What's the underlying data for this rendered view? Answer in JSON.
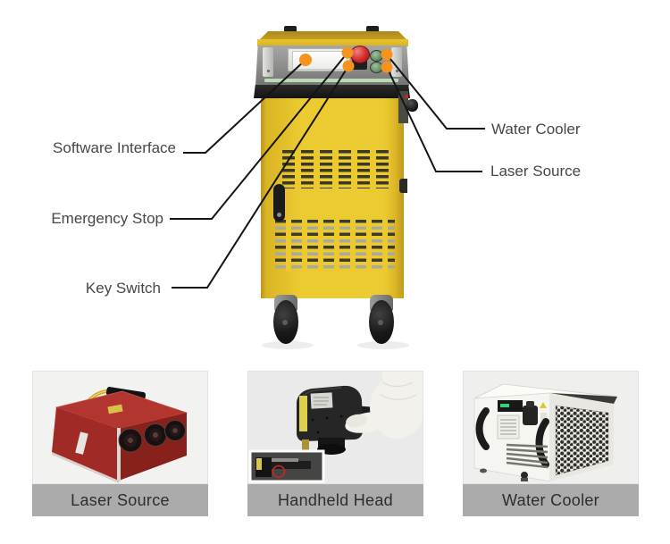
{
  "diagram": {
    "callouts": [
      {
        "id": "software-interface",
        "label": "Software Interface",
        "side": "left"
      },
      {
        "id": "emergency-stop",
        "label": "Emergency Stop",
        "side": "left"
      },
      {
        "id": "key-switch",
        "label": "Key Switch",
        "side": "left"
      },
      {
        "id": "water-cooler",
        "label": "Water Cooler",
        "side": "right"
      },
      {
        "id": "laser-source",
        "label": "Laser Source",
        "side": "right"
      }
    ]
  },
  "cards": [
    {
      "caption": "Laser Source"
    },
    {
      "caption": "Handheld Head"
    },
    {
      "caption": "Water Cooler"
    }
  ],
  "colors": {
    "machine_yellow": "#ecc92f",
    "callout_dot": "#f6921e",
    "estop_red": "#d12b2b",
    "caption_bar": "#ababab",
    "label_text": "#474747",
    "line": "#141414"
  }
}
